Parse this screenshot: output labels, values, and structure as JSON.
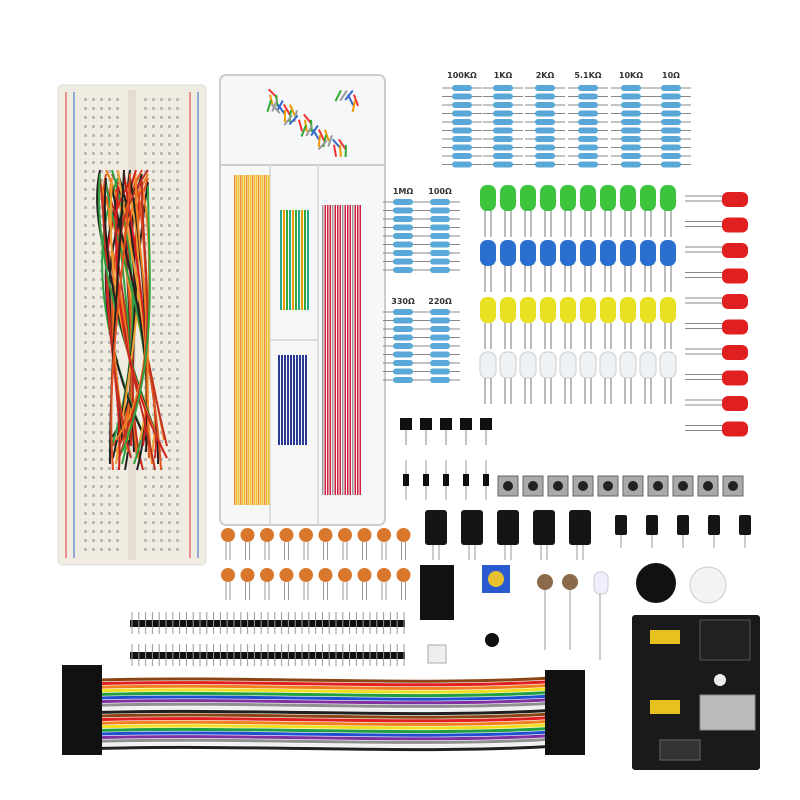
{
  "resistor_groups": [
    {
      "label": "100KΩ"
    },
    {
      "label": "1KΩ"
    },
    {
      "label": "2KΩ"
    },
    {
      "label": "5.1KΩ"
    },
    {
      "label": "10KΩ"
    },
    {
      "label": "10Ω"
    },
    {
      "label": "1MΩ"
    },
    {
      "label": "100Ω"
    },
    {
      "label": "330Ω"
    },
    {
      "label": "220Ω"
    }
  ],
  "led_colors": {
    "green": "#3cc43c",
    "blue": "#2a6fd0",
    "yellow": "#e8e020",
    "white": "#eef2f4",
    "red": "#e02020"
  },
  "ribbon_colors": [
    "#8b4513",
    "#e02020",
    "#f08020",
    "#f0e020",
    "#20a040",
    "#2050d0",
    "#8030a0",
    "#909090",
    "#f0f0f0",
    "#202020"
  ]
}
